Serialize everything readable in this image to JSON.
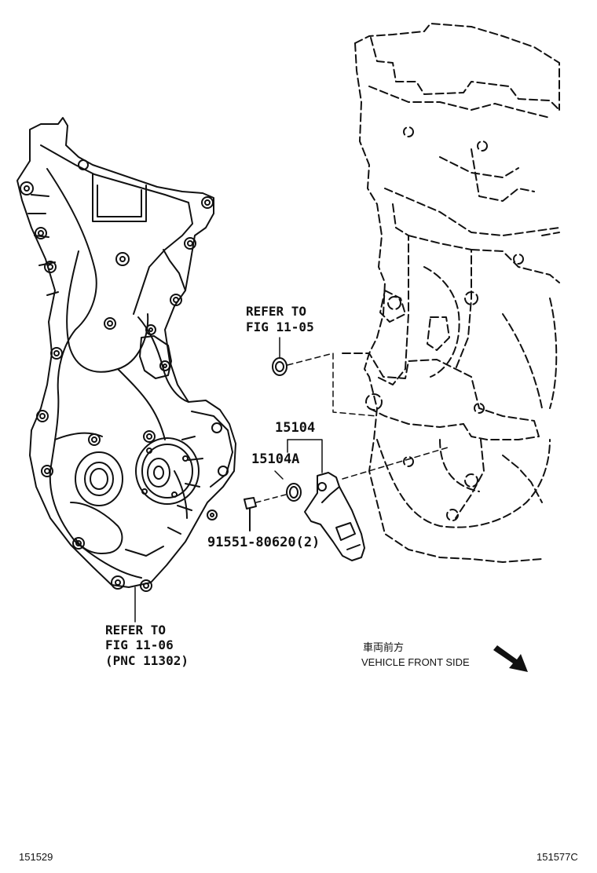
{
  "refer_upper": {
    "line1": "REFER TO",
    "line2": "FIG 11-05"
  },
  "parts": {
    "sensor_assy": "15104",
    "o_ring": "15104A",
    "bolt": "91551-80620(2)"
  },
  "refer_lower": {
    "line1": "REFER TO",
    "line2": "FIG 11-06",
    "line3": "(PNC 11302)"
  },
  "direction": {
    "japanese": "車両前方",
    "english": "VEHICLE FRONT SIDE"
  },
  "footer": {
    "left_id": "151529",
    "right_id": "151577C"
  }
}
